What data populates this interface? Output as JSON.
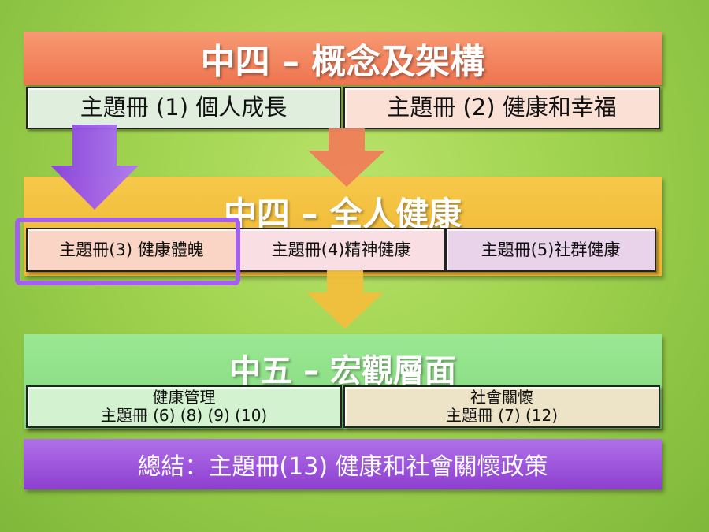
{
  "section1": {
    "title": "中四 – 概念及架構",
    "left": "主題冊 (1) 個人成長",
    "right": "主題冊 (2) 健康和幸福"
  },
  "section2": {
    "title": "中四 – 全人健康",
    "cell1": "主題冊(3) 健康體魄",
    "cell2": "主題冊(4)精神健康",
    "cell3": "主題冊(5)社群健康"
  },
  "section3": {
    "title": "中五 – 宏觀層面",
    "left_line1": "健康管理",
    "left_line2": "主題冊 (6) (8) (9) (10)",
    "right_line1": "社會關懷",
    "right_line2": "主題冊 (7) (12)"
  },
  "summary": {
    "text": "總結：主題冊(13) 健康和社會關懷政策"
  },
  "colors": {
    "band1": "#f07e58",
    "band2": "#f2bf3c",
    "band3": "#8fe08a",
    "summary": "#9b4fd2",
    "highlight": "#a45ef0"
  }
}
